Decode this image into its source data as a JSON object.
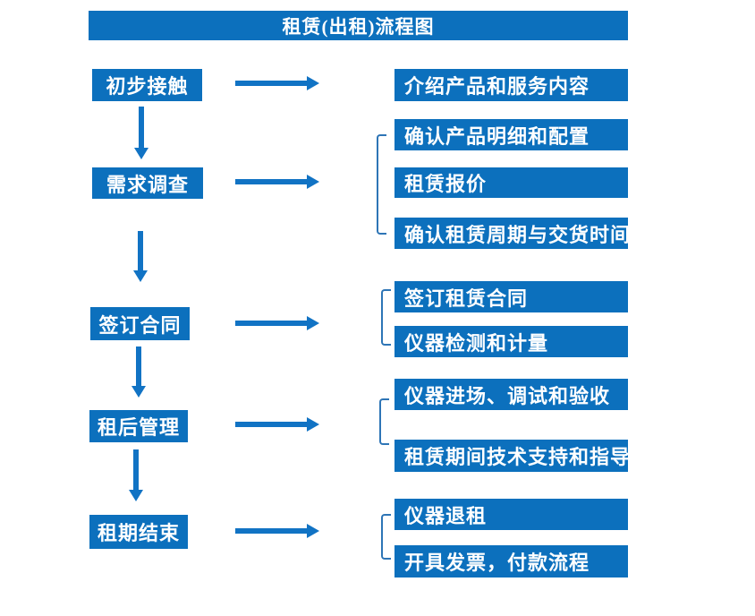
{
  "title": "租赁(出租)流程图",
  "left_steps": [
    {
      "label": "初步接触"
    },
    {
      "label": "需求调查"
    },
    {
      "label": "签订合同"
    },
    {
      "label": "租后管理"
    },
    {
      "label": "租期结束"
    }
  ],
  "right_steps": [
    {
      "label": "介绍产品和服务内容"
    },
    {
      "label": "确认产品明细和配置"
    },
    {
      "label": "租赁报价"
    },
    {
      "label": "确认租赁周期与交货时间"
    },
    {
      "label": "签订租赁合同"
    },
    {
      "label": "仪器检测和计量"
    },
    {
      "label": "仪器进场、调试和验收"
    },
    {
      "label": "租赁期间技术支持和指导"
    },
    {
      "label": "仪器退租"
    },
    {
      "label": "开具发票，付款流程"
    }
  ],
  "colors": {
    "box_blue": "#0c70bd",
    "arrow_blue": "#1173c4",
    "bracket_blue": "#2e75b6",
    "text_white": "#ffffff",
    "background": "#ffffff"
  }
}
